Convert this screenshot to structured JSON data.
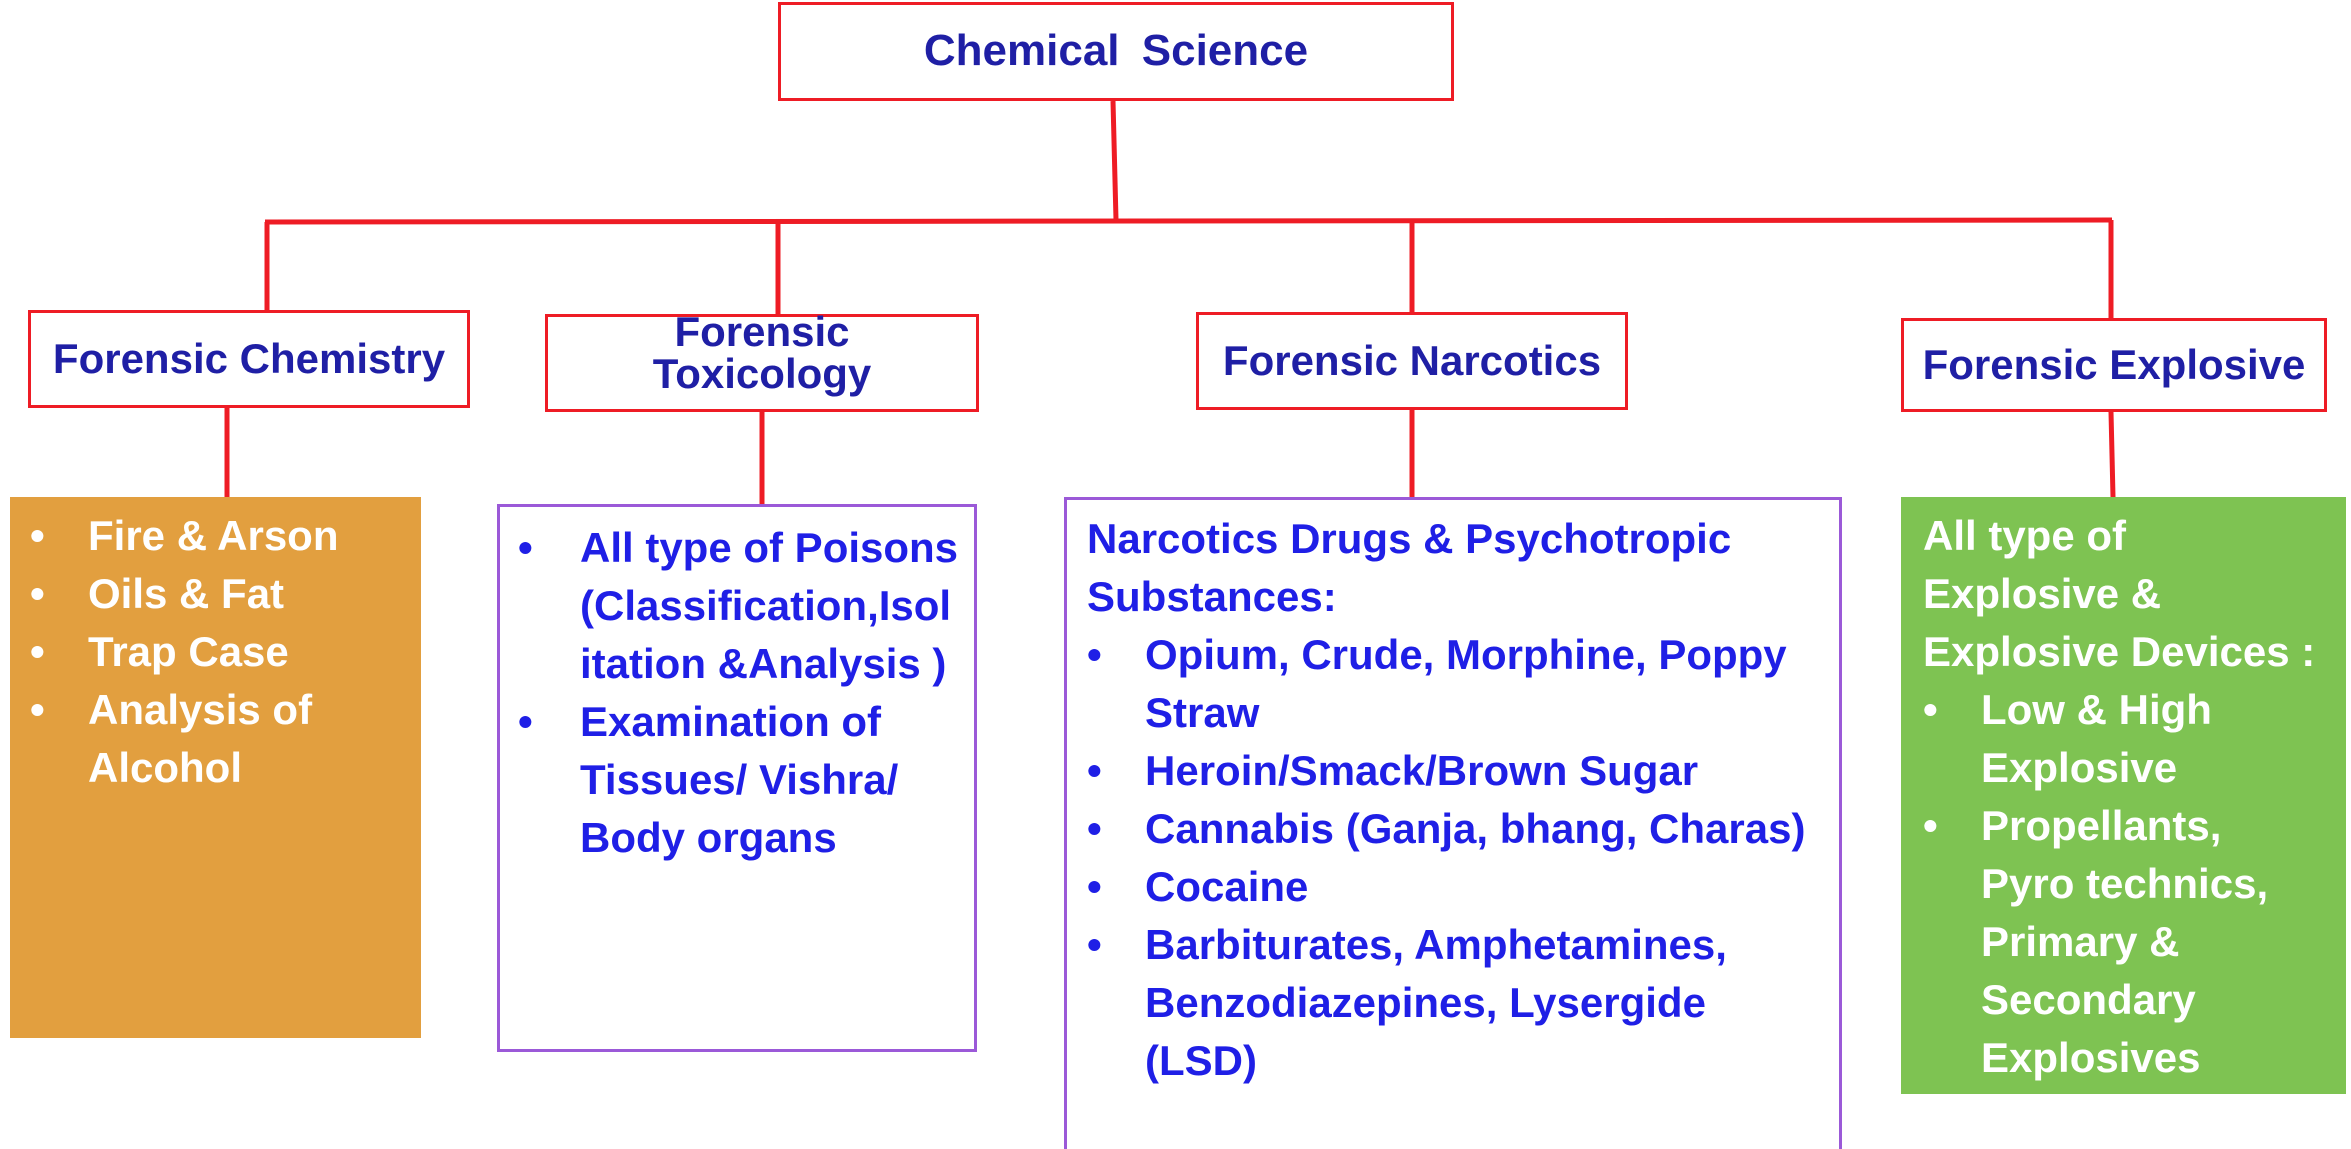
{
  "colors": {
    "connector": "#ee1c25",
    "node_border": "#ee1c25",
    "node_text": "#1f1fa5",
    "panel_text_blue": "#1f1fe6",
    "panel_border_purple": "#9b59d8",
    "chemistry_fill": "#e29f3f",
    "explosive_fill": "#7ec352"
  },
  "root": {
    "label": "Chemical Science"
  },
  "branches": [
    {
      "label": "Forensic Chemistry",
      "items": [
        "Fire & Arson",
        "Oils & Fat",
        "Trap Case",
        "Analysis of Alcohol"
      ]
    },
    {
      "label": "Forensic Toxicology",
      "label_lines": [
        "Forensic",
        "Toxicology"
      ],
      "items": [
        "All type of Poisons (Classification,Isol itation &Analysis )",
        "Examination of Tissues/ Vishra/ Body organs"
      ]
    },
    {
      "label": "Forensic Narcotics",
      "intro": "Narcotics Drugs & Psychotropic Substances:",
      "items": [
        "Opium, Crude, Morphine, Poppy Straw",
        "Heroin/Smack/Brown Sugar",
        "Cannabis (Ganja, bhang, Charas)",
        "Cocaine",
        "Barbiturates, Amphetamines, Benzodiazepines, Lysergide (LSD)"
      ]
    },
    {
      "label": "Forensic Explosive",
      "intro": "All type of Explosive & Explosive Devices :",
      "items": [
        "Low & High Explosive",
        "Propellants, Pyro technics, Primary & Secondary Explosives"
      ]
    }
  ]
}
